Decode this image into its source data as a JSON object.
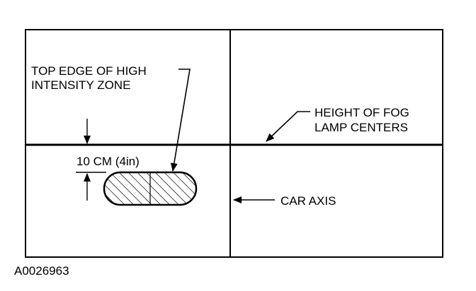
{
  "figure": {
    "labels": {
      "top_edge_line1": "TOP EDGE OF HIGH",
      "top_edge_line2": "INTENSITY ZONE",
      "fog_height_line1": "HEIGHT OF FOG",
      "fog_height_line2": "LAMP CENTERS",
      "offset": "10 CM (4in)",
      "car_axis": "CAR AXIS"
    },
    "figure_code": "A0026963",
    "colors": {
      "ink": "#000000",
      "paper": "#ffffff"
    }
  }
}
